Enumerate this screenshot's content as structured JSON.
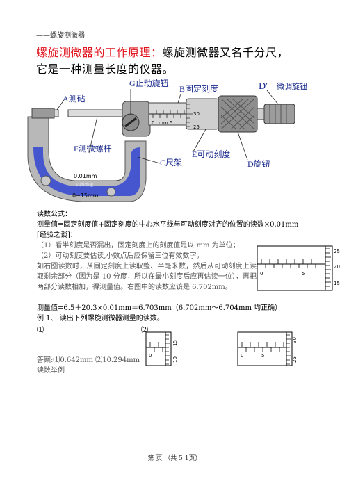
{
  "header": "——螺旋测微器",
  "title": {
    "part1": "螺旋测微器的工作原理：",
    "part2": "螺旋测微器又名千分尺，",
    "line2": "它是一种测量长度的仪器。"
  },
  "diagram_labels": {
    "A": "A测砧",
    "G": "G止动旋钮",
    "B": "B固定刻度",
    "D_prime": "D′",
    "D_prime_text": "微调旋钮",
    "F": "F测微螺杆",
    "E": "E可动刻度",
    "C": "C尺架",
    "D": "D旋钮",
    "frame_spec1": "0.01mm",
    "frame_spec2": "四维物理",
    "frame_spec3": "0~15mm",
    "scale_0": "0",
    "scale_mm": "mm",
    "scale_5": "5",
    "scale_30": "30",
    "scale_25": "25"
  },
  "text": {
    "formula_title": "读数公式：",
    "formula": "测量值=固定刻度值+固定刻度的中心水平线与可动刻度对齐的位置的读数×0.01mm",
    "tips_title": "[经验之谈]：",
    "tip1": "（1）看半刻度是否漏出，固定刻度上的刻度值是以 mm 为单位；",
    "tip2": "（2）可动刻度要估读,小数点后应保留三位有效数字。",
    "para1": "如右图读数时，从固定刻度上读取整、半毫米数，然后从可动刻度上读取剩余部分（因为是 10 分度，所以在最小刻度后应再估读一位），再把两部分读数相加，得测量值。右图中的读数应该是 6.702mm。",
    "result": "测量值=6.5＋20.3×0.01mm＝6.703mm（6.702mm～6.704mm 均正确）",
    "example": "例 1、 读出下列螺旋测微器测量的读数。",
    "ex1_label": "⑴",
    "ex2_label": "⑵",
    "answer": "答案:⑴0.642mm ⑵10.294mm",
    "reading_example": "读数举例"
  },
  "figure_right": {
    "t25": "25",
    "t20": "20",
    "t15": "15",
    "s0": "0",
    "s5": "5"
  },
  "figure_ex1": {
    "t15": "15",
    "t10": "10",
    "s0": "0"
  },
  "figure_ex2": {
    "t30": "30",
    "t25": "25",
    "s0": "0",
    "s5": "5"
  },
  "footer": "第   页 （共 5 1页）",
  "colors": {
    "title_red": "#e0121b",
    "label_blue": "#1a2a8c",
    "frame_blue": "#3a4bd0",
    "frame_gray": "#b8b8b8"
  }
}
